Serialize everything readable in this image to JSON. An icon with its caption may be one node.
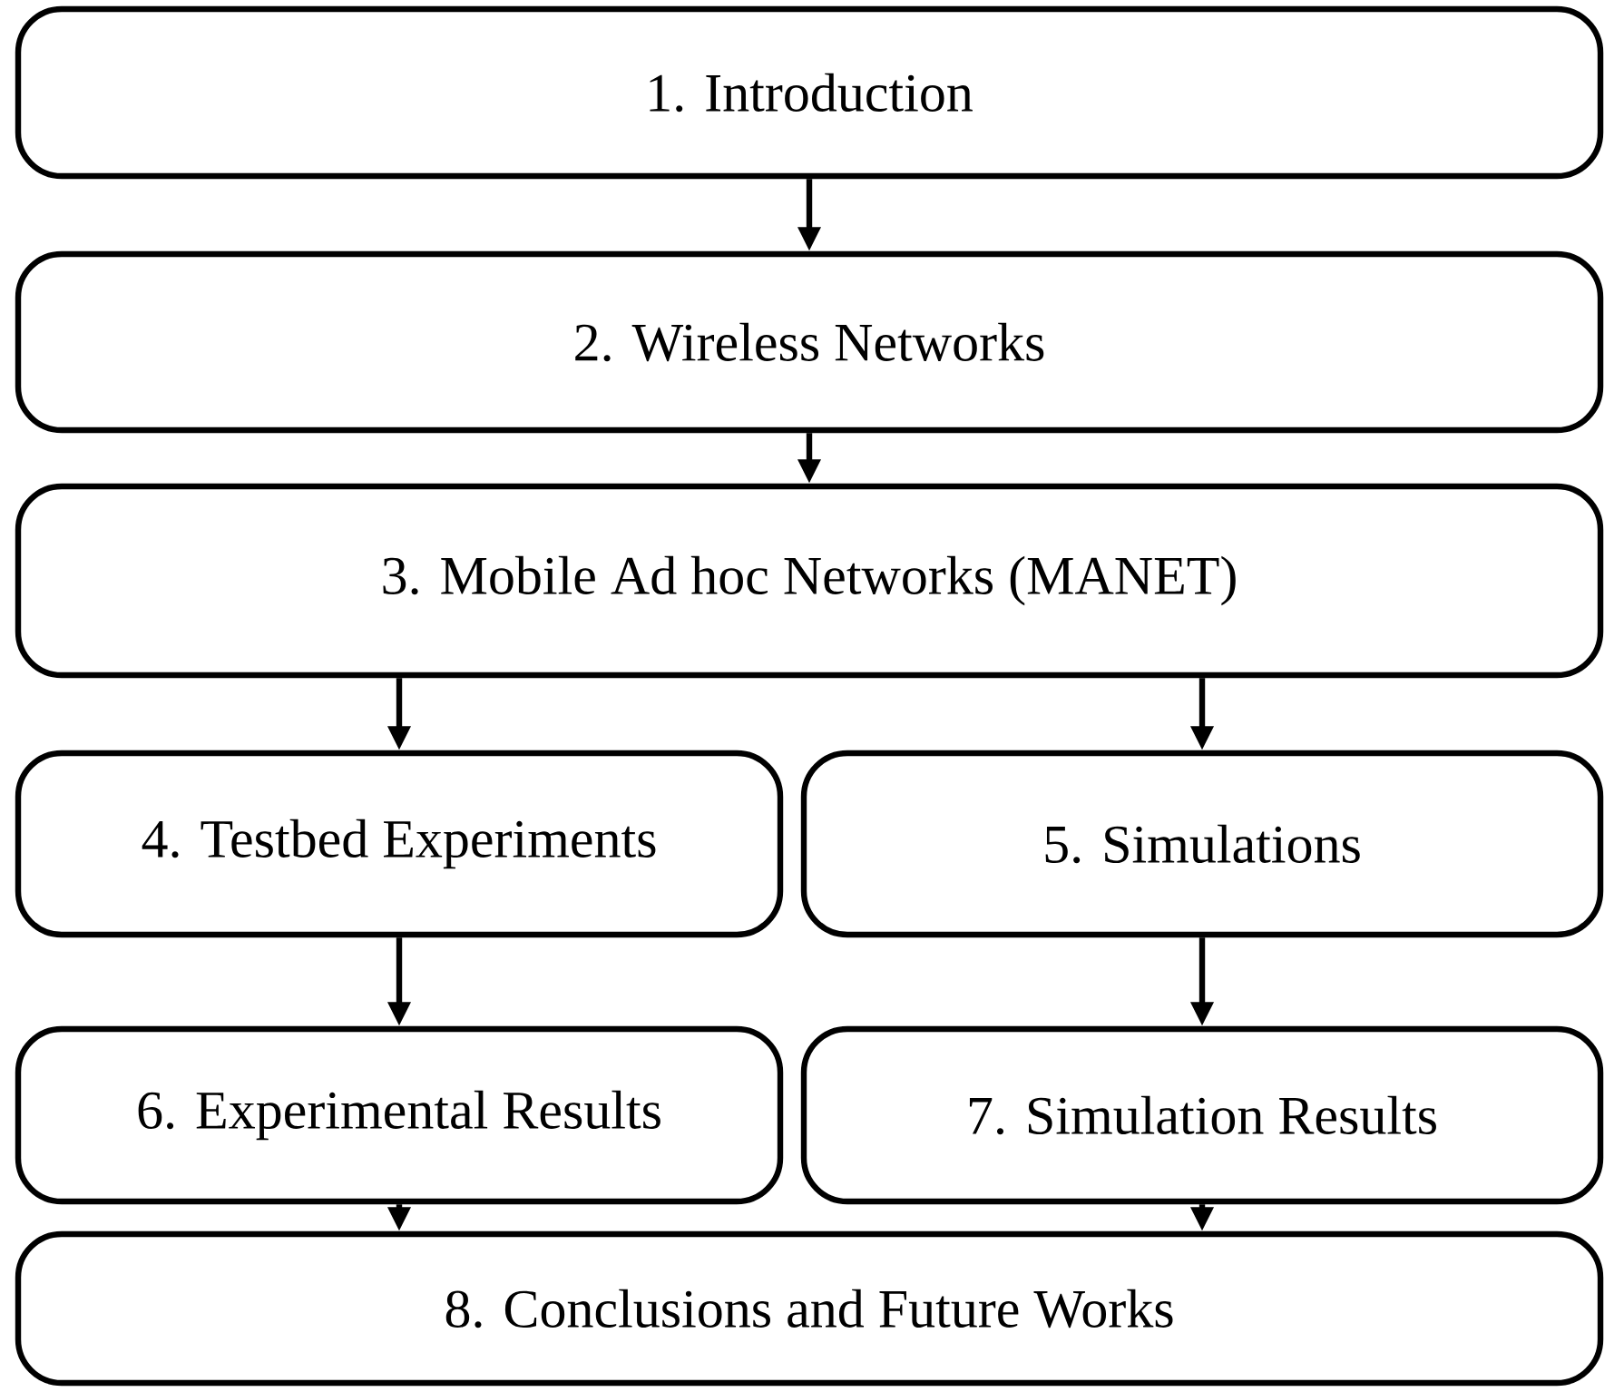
{
  "diagram": {
    "nodes": [
      {
        "text": [
          "1. Introduction"
        ]
      },
      {
        "text": [
          "2. Wireless Networks"
        ]
      },
      {
        "text": [
          "3. Mobile Ad hoc Networks (MANET)"
        ]
      },
      {
        "text": [
          "4. Testbed Experiments"
        ]
      },
      {
        "text": [
          "5. Simulations"
        ]
      },
      {
        "text": [
          "6. Experimental Results"
        ]
      },
      {
        "text": [
          "7. Simulation Results"
        ]
      },
      {
        "text": [
          "8. Conclusions and Future Works"
        ]
      }
    ],
    "edges": [
      {
        "from": 0,
        "to": 1,
        "arrow": "to"
      },
      {
        "from": 1,
        "to": 2,
        "arrow": "to"
      },
      {
        "from": 2,
        "to": 3,
        "arrow": "to"
      },
      {
        "from": 2,
        "to": 4,
        "arrow": "to"
      },
      {
        "from": 3,
        "to": 5,
        "arrow": "to"
      },
      {
        "from": 4,
        "to": 6,
        "arrow": "to"
      },
      {
        "from": 5,
        "to": 7,
        "arrow": "to"
      },
      {
        "from": 6,
        "to": 7,
        "arrow": "to"
      }
    ]
  }
}
